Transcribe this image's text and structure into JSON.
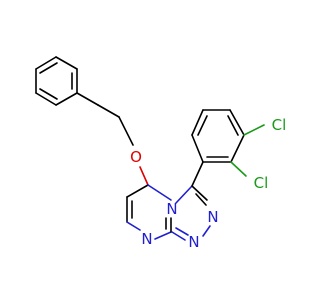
{
  "atoms": {
    "n_ring": {
      "symbol": "N",
      "color": "#2020d0"
    },
    "n_triazole_1": {
      "symbol": "N",
      "color": "#2020d0"
    },
    "n_triazole_2": {
      "symbol": "N",
      "color": "#2020d0"
    },
    "n_bridge": {
      "symbol": "N",
      "color": "#2020d0"
    },
    "o_ether": {
      "symbol": "O",
      "color": "#e00000"
    },
    "cl_upper": {
      "symbol": "Cl",
      "color": "#1a9a1a"
    },
    "cl_lower": {
      "symbol": "Cl",
      "color": "#1a9a1a"
    }
  }
}
